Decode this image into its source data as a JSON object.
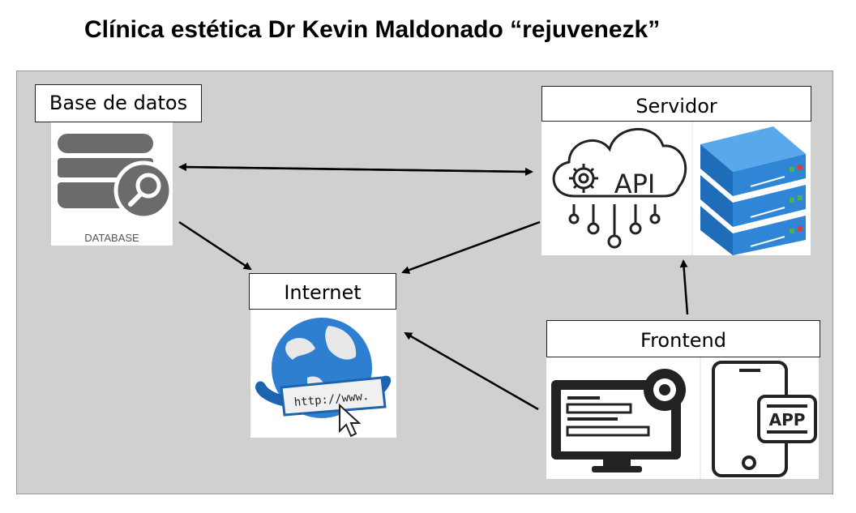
{
  "title": "Clínica estética Dr Kevin Maldonado “rejuvenezk”",
  "nodes": {
    "database": {
      "label": "Base de datos",
      "image_text": "DATABASE"
    },
    "server": {
      "label": "Servidor",
      "api_text": "API"
    },
    "internet": {
      "label": "Internet",
      "url_text": "http://www."
    },
    "frontend": {
      "label": "Frontend",
      "app_text": "APP"
    }
  },
  "colors": {
    "canvas": "#d0d0d0",
    "database_icon": "#6b6b6b",
    "server_blue": "#2f86d6",
    "globe_blue": "#2f7fd0",
    "led_green": "#4caf50",
    "led_red": "#e53935",
    "frontend_icon": "#222222"
  }
}
